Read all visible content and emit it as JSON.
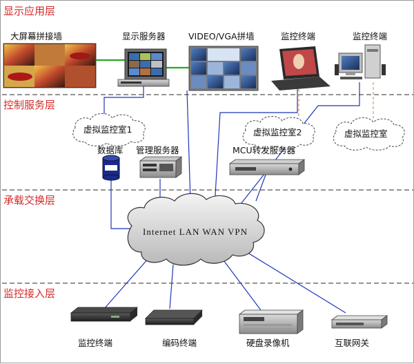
{
  "layers": [
    {
      "id": "display",
      "title": "显示应用层"
    },
    {
      "id": "control",
      "title": "控制服务层"
    },
    {
      "id": "transport",
      "title": "承载交换层"
    },
    {
      "id": "access",
      "title": "监控接入层"
    }
  ],
  "display_layer": {
    "video_wall": "大屏幕拼接墙",
    "display_server": "显示服务器",
    "vga_wall": "VIDEO/VGA拼墙",
    "monitor_laptop": "监控终端",
    "monitor_desktop": "监控终端"
  },
  "control_layer": {
    "virtual_room_1": "虚拟监控室1",
    "virtual_room_2": "虚拟监控室2",
    "virtual_room_3": "虚拟监控室",
    "database": "数据库",
    "mgmt_server": "管理服务器",
    "mcu_server": "MCU转发服务器"
  },
  "transport_layer": {
    "network": "Internet LAN WAN VPN"
  },
  "access_layer": {
    "monitor_terminal": "监控终端",
    "encoder": "编码终端",
    "dvr": "硬盘录像机",
    "gateway": "互联网关"
  },
  "colors": {
    "layer_title": "#d42a2a",
    "dash_line": "#555555",
    "link_blue": "#1e35b5",
    "link_green": "#22aa22",
    "link_tan": "#d8a070"
  }
}
